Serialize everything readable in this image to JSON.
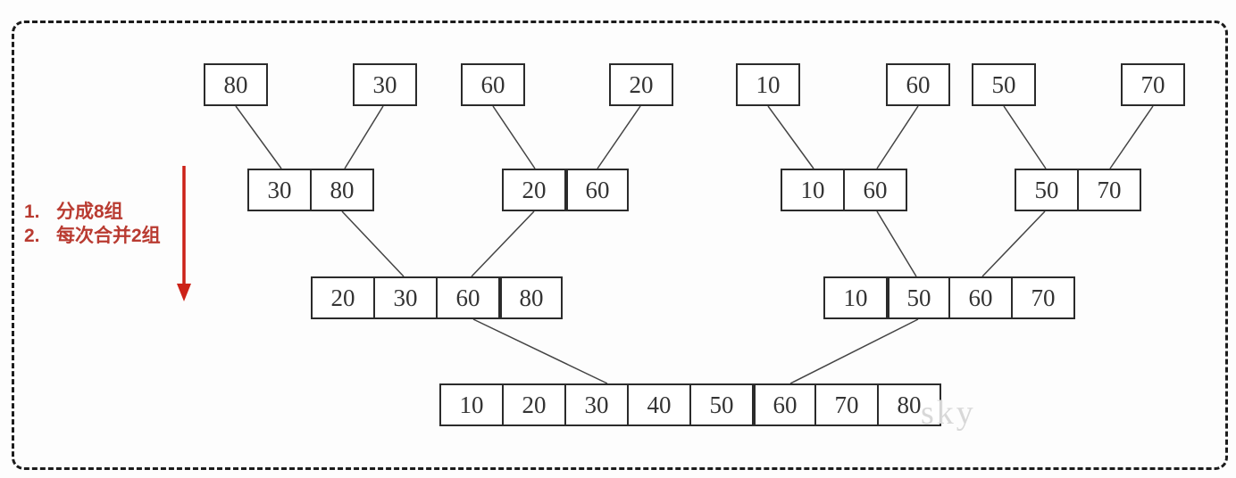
{
  "annotation": {
    "steps": [
      {
        "num": "1.",
        "text": "分成8组"
      },
      {
        "num": "2.",
        "text": "每次合并2组"
      }
    ]
  },
  "tree": {
    "level1": [
      "80",
      "30",
      "60",
      "20",
      "10",
      "60",
      "50",
      "70"
    ],
    "level2": [
      [
        "30",
        "80"
      ],
      [
        "20",
        "60"
      ],
      [
        "10",
        "60"
      ],
      [
        "50",
        "70"
      ]
    ],
    "level3": [
      [
        "20",
        "30",
        "60",
        "80"
      ],
      [
        "10",
        "50",
        "60",
        "70"
      ]
    ],
    "level4": [
      "10",
      "20",
      "30",
      "40",
      "50",
      "60",
      "70",
      "80"
    ]
  },
  "watermark": "sky",
  "colors": {
    "annotation_red": "#b93b31",
    "arrow_red": "#cc2218",
    "line_gray": "#444444",
    "box_border": "#2b2b2b"
  }
}
